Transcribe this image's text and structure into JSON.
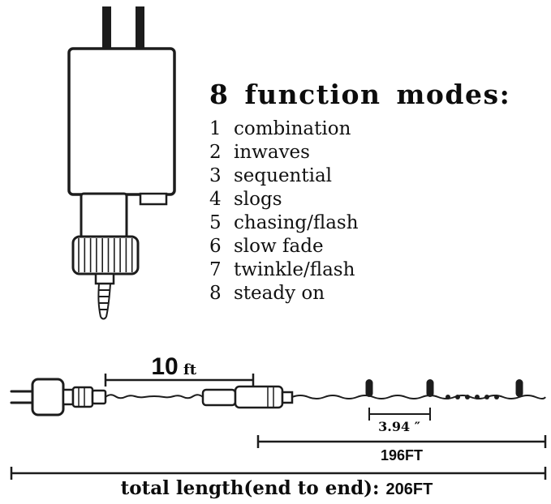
{
  "modes": {
    "title": "8 function modes:",
    "items": [
      {
        "n": "1",
        "label": "combination"
      },
      {
        "n": "2",
        "label": "inwaves"
      },
      {
        "n": "3",
        "label": "sequential"
      },
      {
        "n": "4",
        "label": "slogs"
      },
      {
        "n": "5",
        "label": "chasing/flash"
      },
      {
        "n": "6",
        "label": "slow fade"
      },
      {
        "n": "7",
        "label": "twinkle/flash"
      },
      {
        "n": "8",
        "label": "steady on"
      }
    ]
  },
  "diagram": {
    "lead_length_value": "10",
    "lead_length_unit": "ft",
    "bulb_spacing": "3.94 ″",
    "lit_length": "196FT",
    "total_label": "total length(end to end):",
    "total_value": "206FT"
  },
  "colors": {
    "ink": "#1c1c1c",
    "background": "#ffffff"
  }
}
